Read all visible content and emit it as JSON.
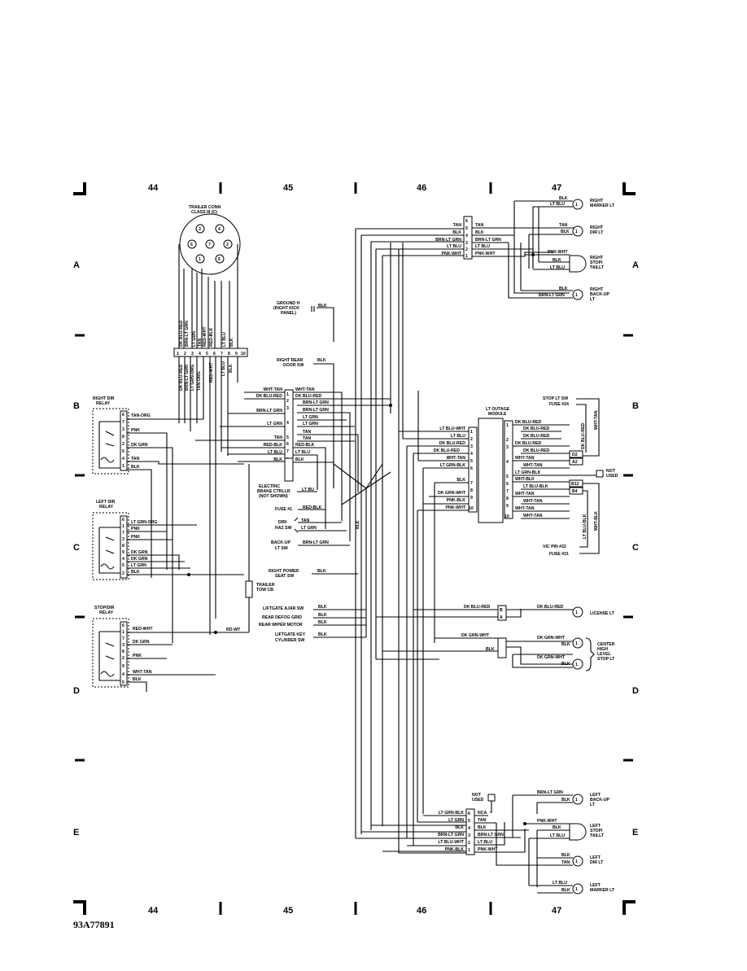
{
  "grid": {
    "columns": [
      "44",
      "45",
      "46",
      "47"
    ],
    "rows": [
      "A",
      "B",
      "C",
      "D",
      "E"
    ]
  },
  "drawing_number": "93A77891",
  "trailer_connector": {
    "title": [
      "TRAILER CONN",
      "CLASS III (C)"
    ],
    "pins": [
      "1",
      "2",
      "3",
      "4",
      "5",
      "6",
      "7",
      "8",
      "9",
      "10"
    ],
    "wires": [
      "DK BLU-RED",
      "BRN-LT GRN",
      "LT GRN",
      "TAN",
      "RED-WHT",
      "RED-BLK",
      "LT BLU",
      "BLK"
    ],
    "lower_wires": [
      "DK BLU-RED",
      "BRN-LT GRN",
      "LT GRN-ORG",
      "TAN-ORG",
      "RED-WHT",
      "LT BLU",
      "BLK"
    ]
  },
  "relays": {
    "right_dir": {
      "title": [
        "RIGHT DIR",
        "RELAY"
      ],
      "pins": [
        "6",
        "7",
        "3",
        "8",
        "2",
        "5",
        "4",
        "1"
      ],
      "wires": [
        "TAN-ORG",
        "PNK",
        "DK GRN",
        "TAN",
        "BLK"
      ]
    },
    "left_dir": {
      "title": [
        "LEFT DIR",
        "RELAY"
      ],
      "pins": [
        "6",
        "1",
        "7",
        "3",
        "8",
        "9",
        "4",
        "5",
        "2"
      ],
      "wires": [
        "LT GRN-ORG",
        "PNK",
        "PNK",
        "DK GRN",
        "DK GRN",
        "LT GRN",
        "BLK"
      ]
    },
    "stop_dir": {
      "title": [
        "STOP/DIR",
        "RELAY"
      ],
      "pins": [
        "6",
        "1",
        "7",
        "3",
        "8",
        "2",
        "9",
        "4",
        "5"
      ],
      "wires": [
        "RED-WHT",
        "DK GRN",
        "PNK",
        "WHT-TAN",
        "BLK"
      ]
    }
  },
  "center_connector": {
    "pins": [
      "1",
      "2",
      "3",
      "4",
      "5",
      "6",
      "7",
      "8",
      "9",
      "10"
    ],
    "left_wires": [
      "WHT-TAN",
      "DK BLU-RED",
      "BRN-LT GRN",
      "LT GRN",
      "TAN",
      "RED-BLK",
      "LT BLU",
      "BLK"
    ],
    "right_wires": [
      "WHT-TAN",
      "DK BLU-RED",
      "BRN-LT GRN",
      "LT GRN",
      "LT GRN",
      "TAN",
      "TAN",
      "RED-BLK",
      "LT BLU",
      "BLK"
    ]
  },
  "switches": {
    "ground": [
      "GROUND H",
      "(RIGHT KICK",
      "PANEL)"
    ],
    "ground_wire": "BLK",
    "right_rear_door": [
      "RIGHT REAR",
      "DOOR SW"
    ],
    "right_rear_door_wire": "BLK",
    "elec_brake": [
      "ELECTRIC",
      "BRAKE CTRLLR",
      "(NOT SHOWN)"
    ],
    "elec_brake_wire": "LT BU",
    "fuse1": "FUSE #1",
    "fuse1_wire": "RED-BLK",
    "dir_haz": [
      "DIR/",
      "HAZ SW"
    ],
    "dir_haz_wires": [
      "TAN",
      "LT GRN"
    ],
    "backup": [
      "BACK-UP",
      "LT SW"
    ],
    "backup_wire": "BRN-LT GRN",
    "power_seat": [
      "RIGHT POWER",
      "SEAT SW"
    ],
    "power_seat_wire": "BLK",
    "tow_cb": [
      "TRAILER",
      "TOW CB"
    ],
    "tow_cb_wire": "RD-WT",
    "liftgate_ajar": "LIFTGATE AJAR SW",
    "rear_defog": "REAR DEFOG GRID",
    "rear_wiper": "REAR WIPER MOTOR",
    "liftgate_key": [
      "LIFTGATE KEY",
      "CYLINDER SW"
    ],
    "blk": "BLK"
  },
  "right_top_connector": {
    "pins": [
      "6",
      "5",
      "4",
      "3",
      "2",
      "1"
    ],
    "left_wires": [
      "TAN",
      "BLK",
      "BRN-LT GRN",
      "LT BLU",
      "PNK-WHT"
    ],
    "right_wires": [
      "TAN",
      "BLK",
      "BRN-LT GRN",
      "LT BLU",
      "PNK-WHT"
    ]
  },
  "right_lamps": {
    "marker": {
      "title": [
        "RIGHT",
        "MARKER LT"
      ],
      "wires": [
        "BLK",
        "LT BLU"
      ]
    },
    "dir": {
      "title": [
        "RIGHT",
        "DIR LT"
      ],
      "wires": [
        "TAN",
        "BLK"
      ]
    },
    "stop": {
      "title": [
        "RIGHT",
        "STOP/",
        "TAILLT"
      ],
      "wires": [
        "PNK-WHT",
        "BLK",
        "LT BLU"
      ]
    },
    "backup": {
      "title": [
        "RIGHT",
        "BACK-UP",
        "LT"
      ],
      "wires": [
        "BLK",
        "BRN-LT GRN"
      ]
    }
  },
  "outage_module": {
    "title": [
      "LT OUTAGE",
      "MODULE"
    ],
    "left_pins": [
      "1",
      "2",
      "3",
      "4",
      "5",
      "6",
      "7",
      "8",
      "9",
      "10"
    ],
    "left_wires": [
      "LT BLU-WHT",
      "LT BLU",
      "DK BLU-RED",
      "DK BLU-RED",
      "WHT-TAN",
      "LT GRN-BLK",
      "BLK",
      "DK GRN-WHT",
      "PNK-BLK",
      "PNK-WHT"
    ],
    "right_pins": [
      "1",
      "2",
      "3",
      "4",
      "5",
      "6",
      "7",
      "8",
      "9",
      "10"
    ],
    "right_wires": [
      "DK BLU-RED",
      "DK BLU-RED",
      "DK BLU-RED",
      "DK BLU-RED",
      "WHT-TAN",
      "WHT-TAN",
      "LT GRN-BLK",
      "WHT-BLK",
      "LT BLU-BLK",
      "WHT-TAN",
      "WHT-TAN",
      "WHT-TAN",
      "WHT-TAN"
    ],
    "connectors": [
      "D2",
      "A2",
      "B12",
      "B4"
    ],
    "stop_sw": [
      "STOP LT SW",
      "FUSE #24"
    ],
    "stop_sw_wires": [
      "DK BLU-RED",
      "WHT-TAN"
    ],
    "not_used": [
      "NOT",
      "USED"
    ],
    "vic": [
      "VIC PIN #22",
      "FUSE #21"
    ],
    "vic_wires": [
      "LT BLU-BLK",
      "WHT-BLK"
    ]
  },
  "license_lt": {
    "title": "LICENSE LT",
    "wires": [
      "DK BLU-RED",
      "DK BLU-RED"
    ],
    "pins": [
      "B",
      "A"
    ]
  },
  "center_high_stop": {
    "title": [
      "CENTER",
      "HIGH",
      "LEVEL",
      "STOP LT"
    ],
    "wires": [
      "DK GRN-WHT",
      "BLK",
      "DK GRN-WHT",
      "BLK"
    ]
  },
  "left_bottom_connector": {
    "pins": [
      "6",
      "5",
      "4",
      "3",
      "2",
      "1"
    ],
    "left_wires": [
      "LT GRN-BLK",
      "LT GRN",
      "BLK",
      "BRN-LT GRN",
      "LT BLU-WHT",
      "PNK-BLK"
    ],
    "right_wires": [
      "NCA",
      "TAN",
      "BLK",
      "BRN-LT GRN",
      "LT BLU",
      "PNK-WHT"
    ],
    "not_used": [
      "NOT",
      "USED"
    ]
  },
  "left_lamps": {
    "backup": {
      "title": [
        "LEFT",
        "BACK-UP",
        "LT"
      ],
      "wires": [
        "BRN-LT GRN",
        "BLK"
      ]
    },
    "stop": {
      "title": [
        "LEFT",
        "STOP/",
        "TAILLT"
      ],
      "wires": [
        "PNK-WHT",
        "BLK",
        "LT BLU"
      ]
    },
    "dir": {
      "title": [
        "LEFT",
        "DIR LT"
      ],
      "wires": [
        "BLK",
        "TAN"
      ]
    },
    "marker": {
      "title": [
        "LEFT",
        "MARKER LT"
      ],
      "wires": [
        "LT BLU",
        "BLK"
      ]
    }
  }
}
